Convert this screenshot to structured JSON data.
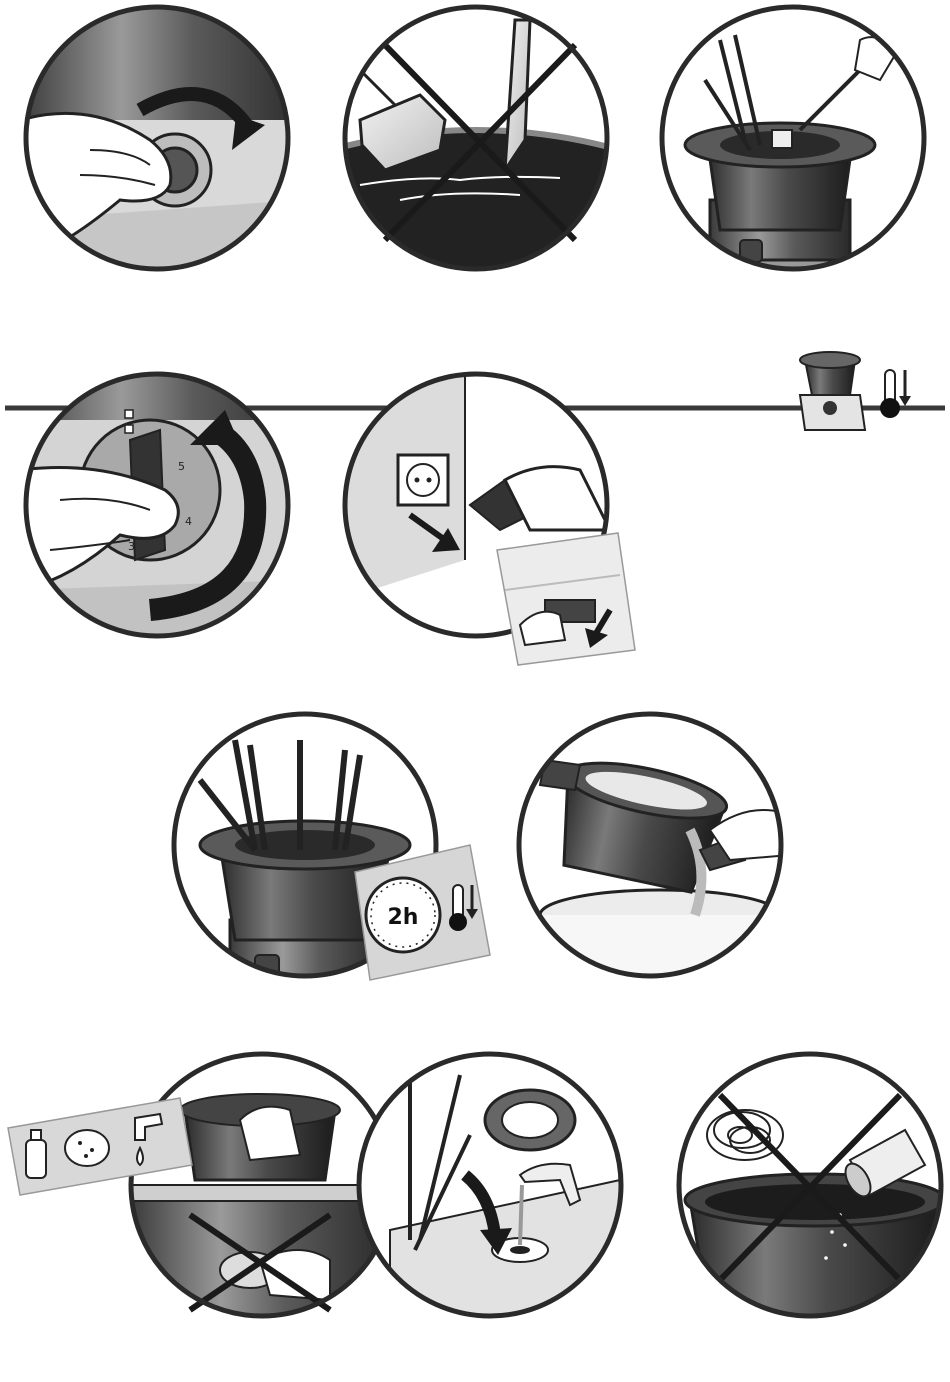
{
  "timer_badge": {
    "duration_label": "2h"
  },
  "knob_scale": [
    "5",
    "4",
    "3"
  ]
}
